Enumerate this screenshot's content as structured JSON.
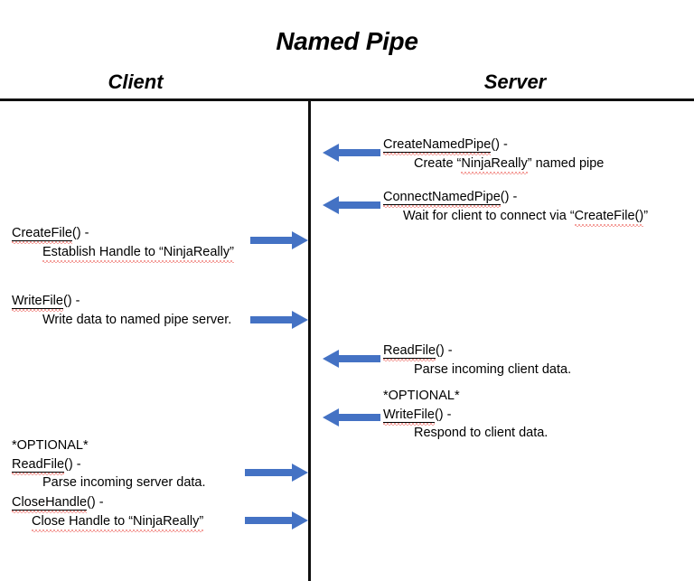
{
  "diagram": {
    "title": "Named Pipe",
    "columns": {
      "client": "Client",
      "server": "Server"
    },
    "accent_color": "#4472C4",
    "rule_color": "#101010",
    "spellcheck_color": "#E8453C"
  },
  "client_steps": [
    {
      "optional": "",
      "fn": "CreateFile",
      "suffix": "() -",
      "desc": "Establish Handle to “NinjaReally”",
      "arrow": "right"
    },
    {
      "optional": "",
      "fn": "WriteFile",
      "suffix": "() -",
      "desc": "Write data to named pipe server.",
      "arrow": "right"
    },
    {
      "optional": "*OPTIONAL*",
      "fn": "ReadFile",
      "suffix": "() -",
      "desc": "Parse incoming server data.",
      "arrow": "right"
    },
    {
      "optional": "",
      "fn": "CloseHandle",
      "suffix": "() -",
      "desc": "Close Handle to “NinjaReally”",
      "arrow": "right"
    }
  ],
  "server_steps": [
    {
      "optional": "",
      "fn": "CreateNamedPipe",
      "suffix": "() -",
      "desc_pre": "Create “",
      "desc_mark": "NinjaReally",
      "desc_post": "” named pipe",
      "arrow": "left"
    },
    {
      "optional": "",
      "fn": "ConnectNamedPipe",
      "suffix": "() -",
      "desc_pre": "Wait for client to connect via “",
      "desc_mark": "CreateFile()",
      "desc_post": "”",
      "arrow": "left"
    },
    {
      "optional": "",
      "fn": "ReadFile",
      "suffix": "() -",
      "desc_pre": "Parse incoming client data.",
      "desc_mark": "",
      "desc_post": "",
      "arrow": "left"
    },
    {
      "optional": "*OPTIONAL*",
      "fn": "WriteFile",
      "suffix": "() -",
      "desc_pre": "Respond to client data.",
      "desc_mark": "",
      "desc_post": "",
      "arrow": "left"
    }
  ]
}
